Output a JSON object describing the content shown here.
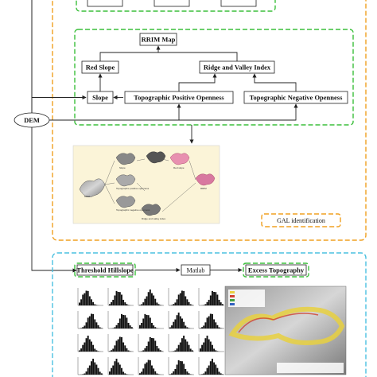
{
  "nodes": {
    "rrim_map": "RRIM Map",
    "red_slope": "Red Slope",
    "ridge_valley": "Ridge and Valley Index",
    "slope": "Slope",
    "tpo": "Topographic Positive Openness",
    "tno": "Topographic Negative Openness",
    "dem": "DEM",
    "gal": "GAL identification",
    "threshold": "Threshold Hillslope",
    "matlab": "Matlab",
    "excess": "Excess Topography"
  },
  "colors": {
    "green": "#3bbf3b",
    "orange": "#f0a020",
    "blue": "#4ac0e0",
    "panel_bg": "#fbf4d8"
  }
}
